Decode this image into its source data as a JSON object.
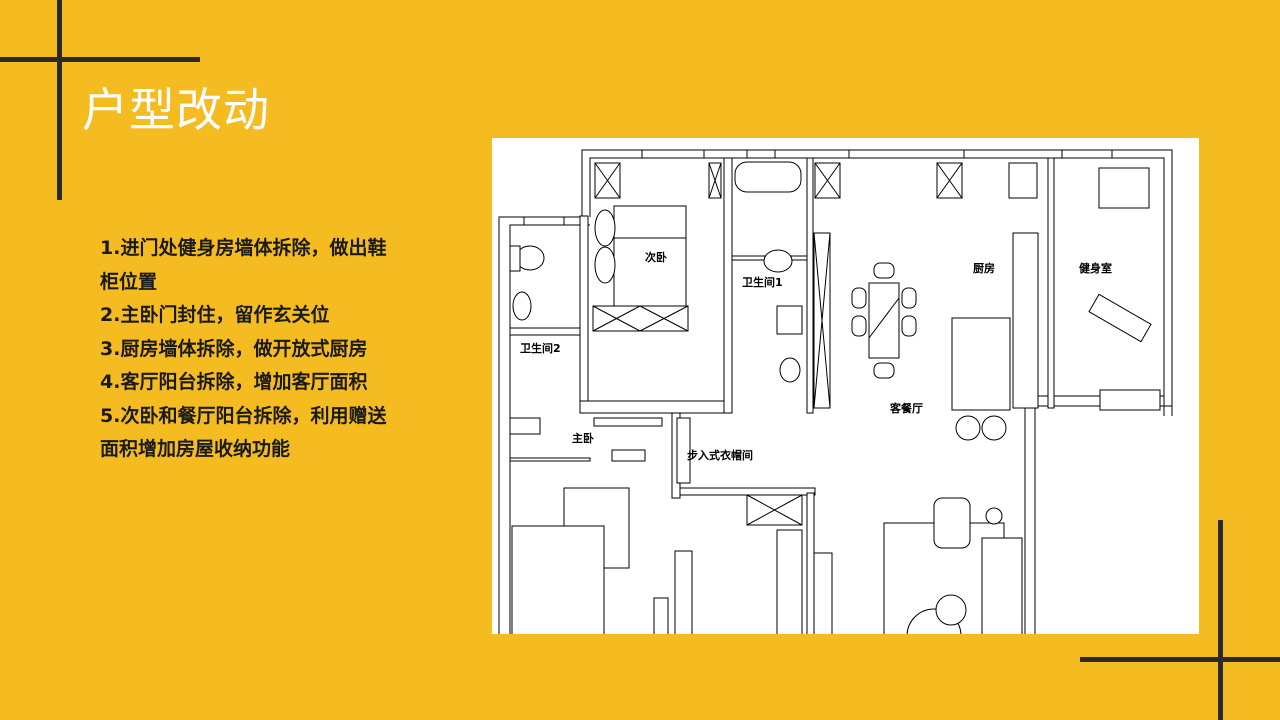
{
  "slide": {
    "title": "户型改动",
    "notes": [
      "1.进门处健身房墙体拆除，做出鞋",
      "柜位置",
      "2.主卧门封住，留作玄关位",
      "3.厨房墙体拆除，做开放式厨房",
      "4.客厅阳台拆除，增加客厅面积",
      "5.次卧和餐厅阳台拆除，利用赠送",
      "面积增加房屋收纳功能"
    ]
  },
  "floor_plan": {
    "rooms": {
      "second_bedroom": "次卧",
      "bathroom1": "卫生间1",
      "bathroom2": "卫生间2",
      "kitchen": "厨房",
      "gym": "健身室",
      "master_bedroom": "主卧",
      "walk_in_closet": "步入式衣帽间",
      "living_dining": "客餐厅"
    }
  },
  "colors": {
    "background": "#F5BC22",
    "accent_bar": "#2a2a2a",
    "title": "#ffffff"
  }
}
